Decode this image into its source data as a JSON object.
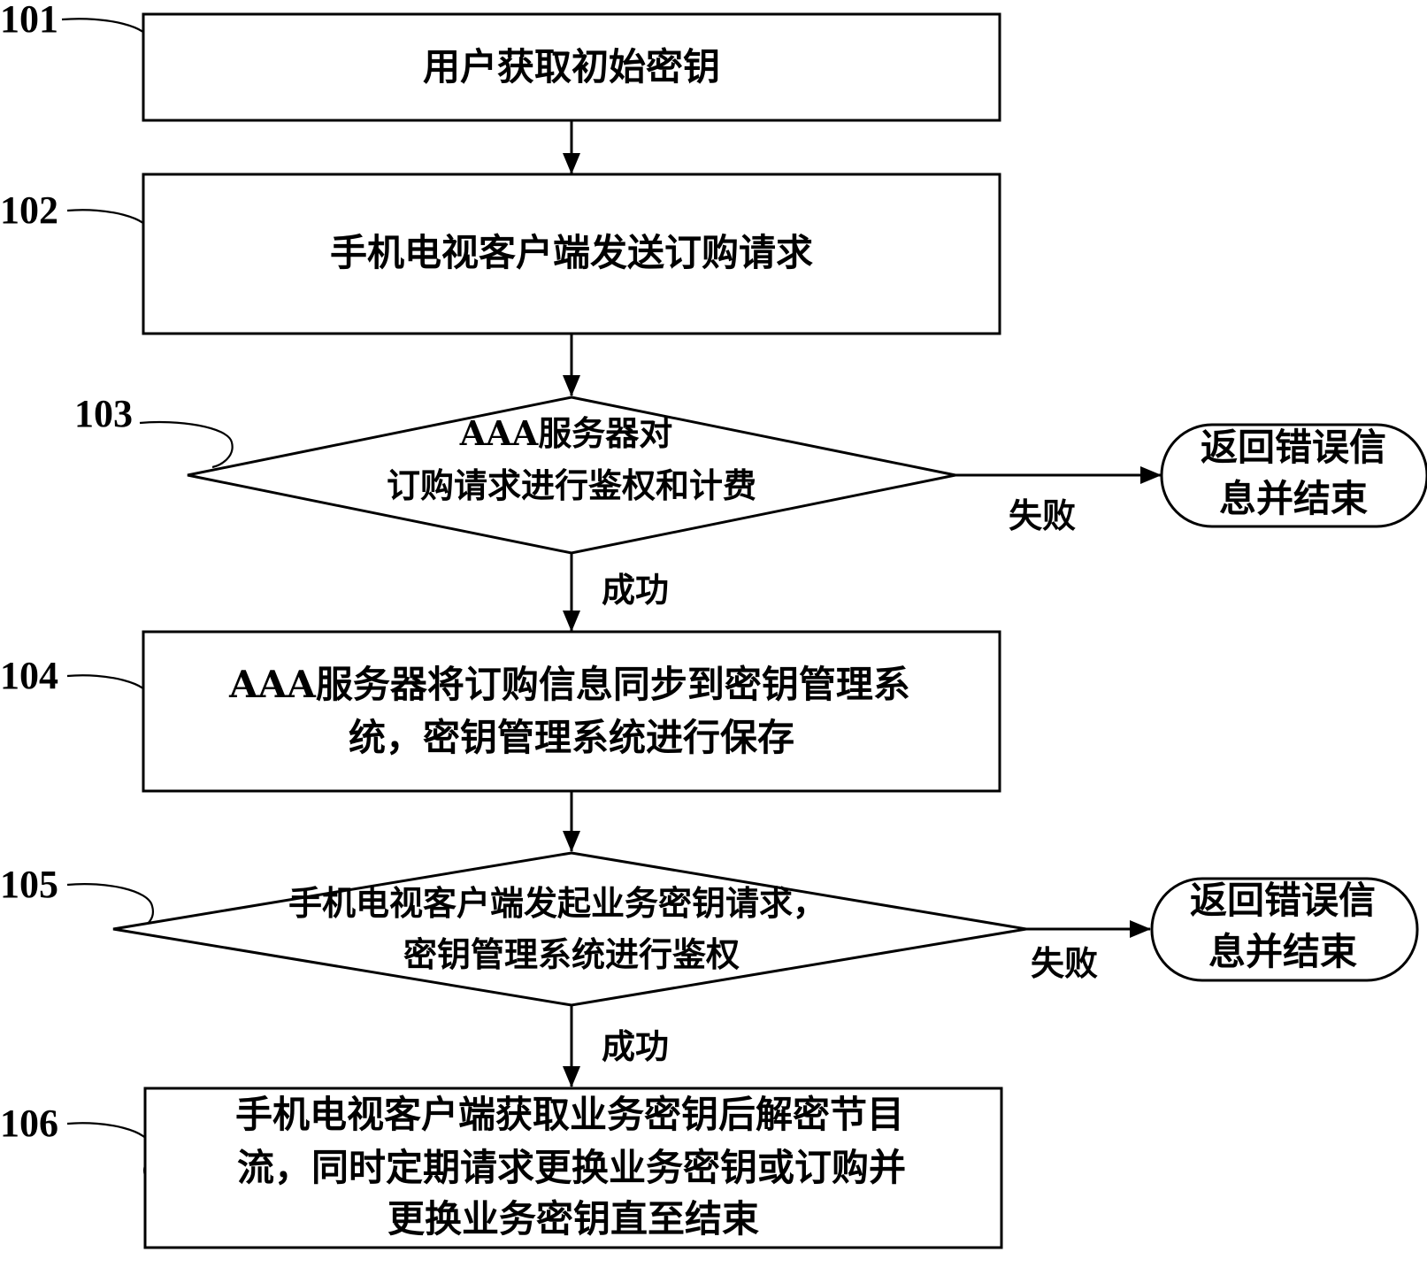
{
  "steps": [
    {
      "id": "101",
      "label": "101",
      "lines": [
        "用户获取初始密钥"
      ]
    },
    {
      "id": "102",
      "label": "102",
      "lines": [
        "手机电视客户端发送订购请求"
      ]
    },
    {
      "id": "103",
      "label": "103",
      "lines": [
        "AAA服务器对",
        "订购请求进行鉴权和计费"
      ]
    },
    {
      "id": "104",
      "label": "104",
      "lines": [
        "AAA服务器将订购信息同步到密钥管理系",
        "统，密钥管理系统进行保存"
      ]
    },
    {
      "id": "105",
      "label": "105",
      "lines": [
        "手机电视客户端发起业务密钥请求，",
        "密钥管理系统进行鉴权"
      ]
    },
    {
      "id": "106",
      "label": "106",
      "lines": [
        "手机电视客户端获取业务密钥后解密节目",
        "流，同时定期请求更换业务密钥或订购并",
        "更换业务密钥直至结束"
      ]
    }
  ],
  "terminals": [
    {
      "id": "end-103",
      "lines": [
        "返回错误信",
        "息并结束"
      ]
    },
    {
      "id": "end-105",
      "lines": [
        "返回错误信",
        "息并结束"
      ]
    }
  ],
  "edge_labels": {
    "fail_103": "失败",
    "success_103": "成功",
    "fail_105": "失败",
    "success_105": "成功"
  }
}
